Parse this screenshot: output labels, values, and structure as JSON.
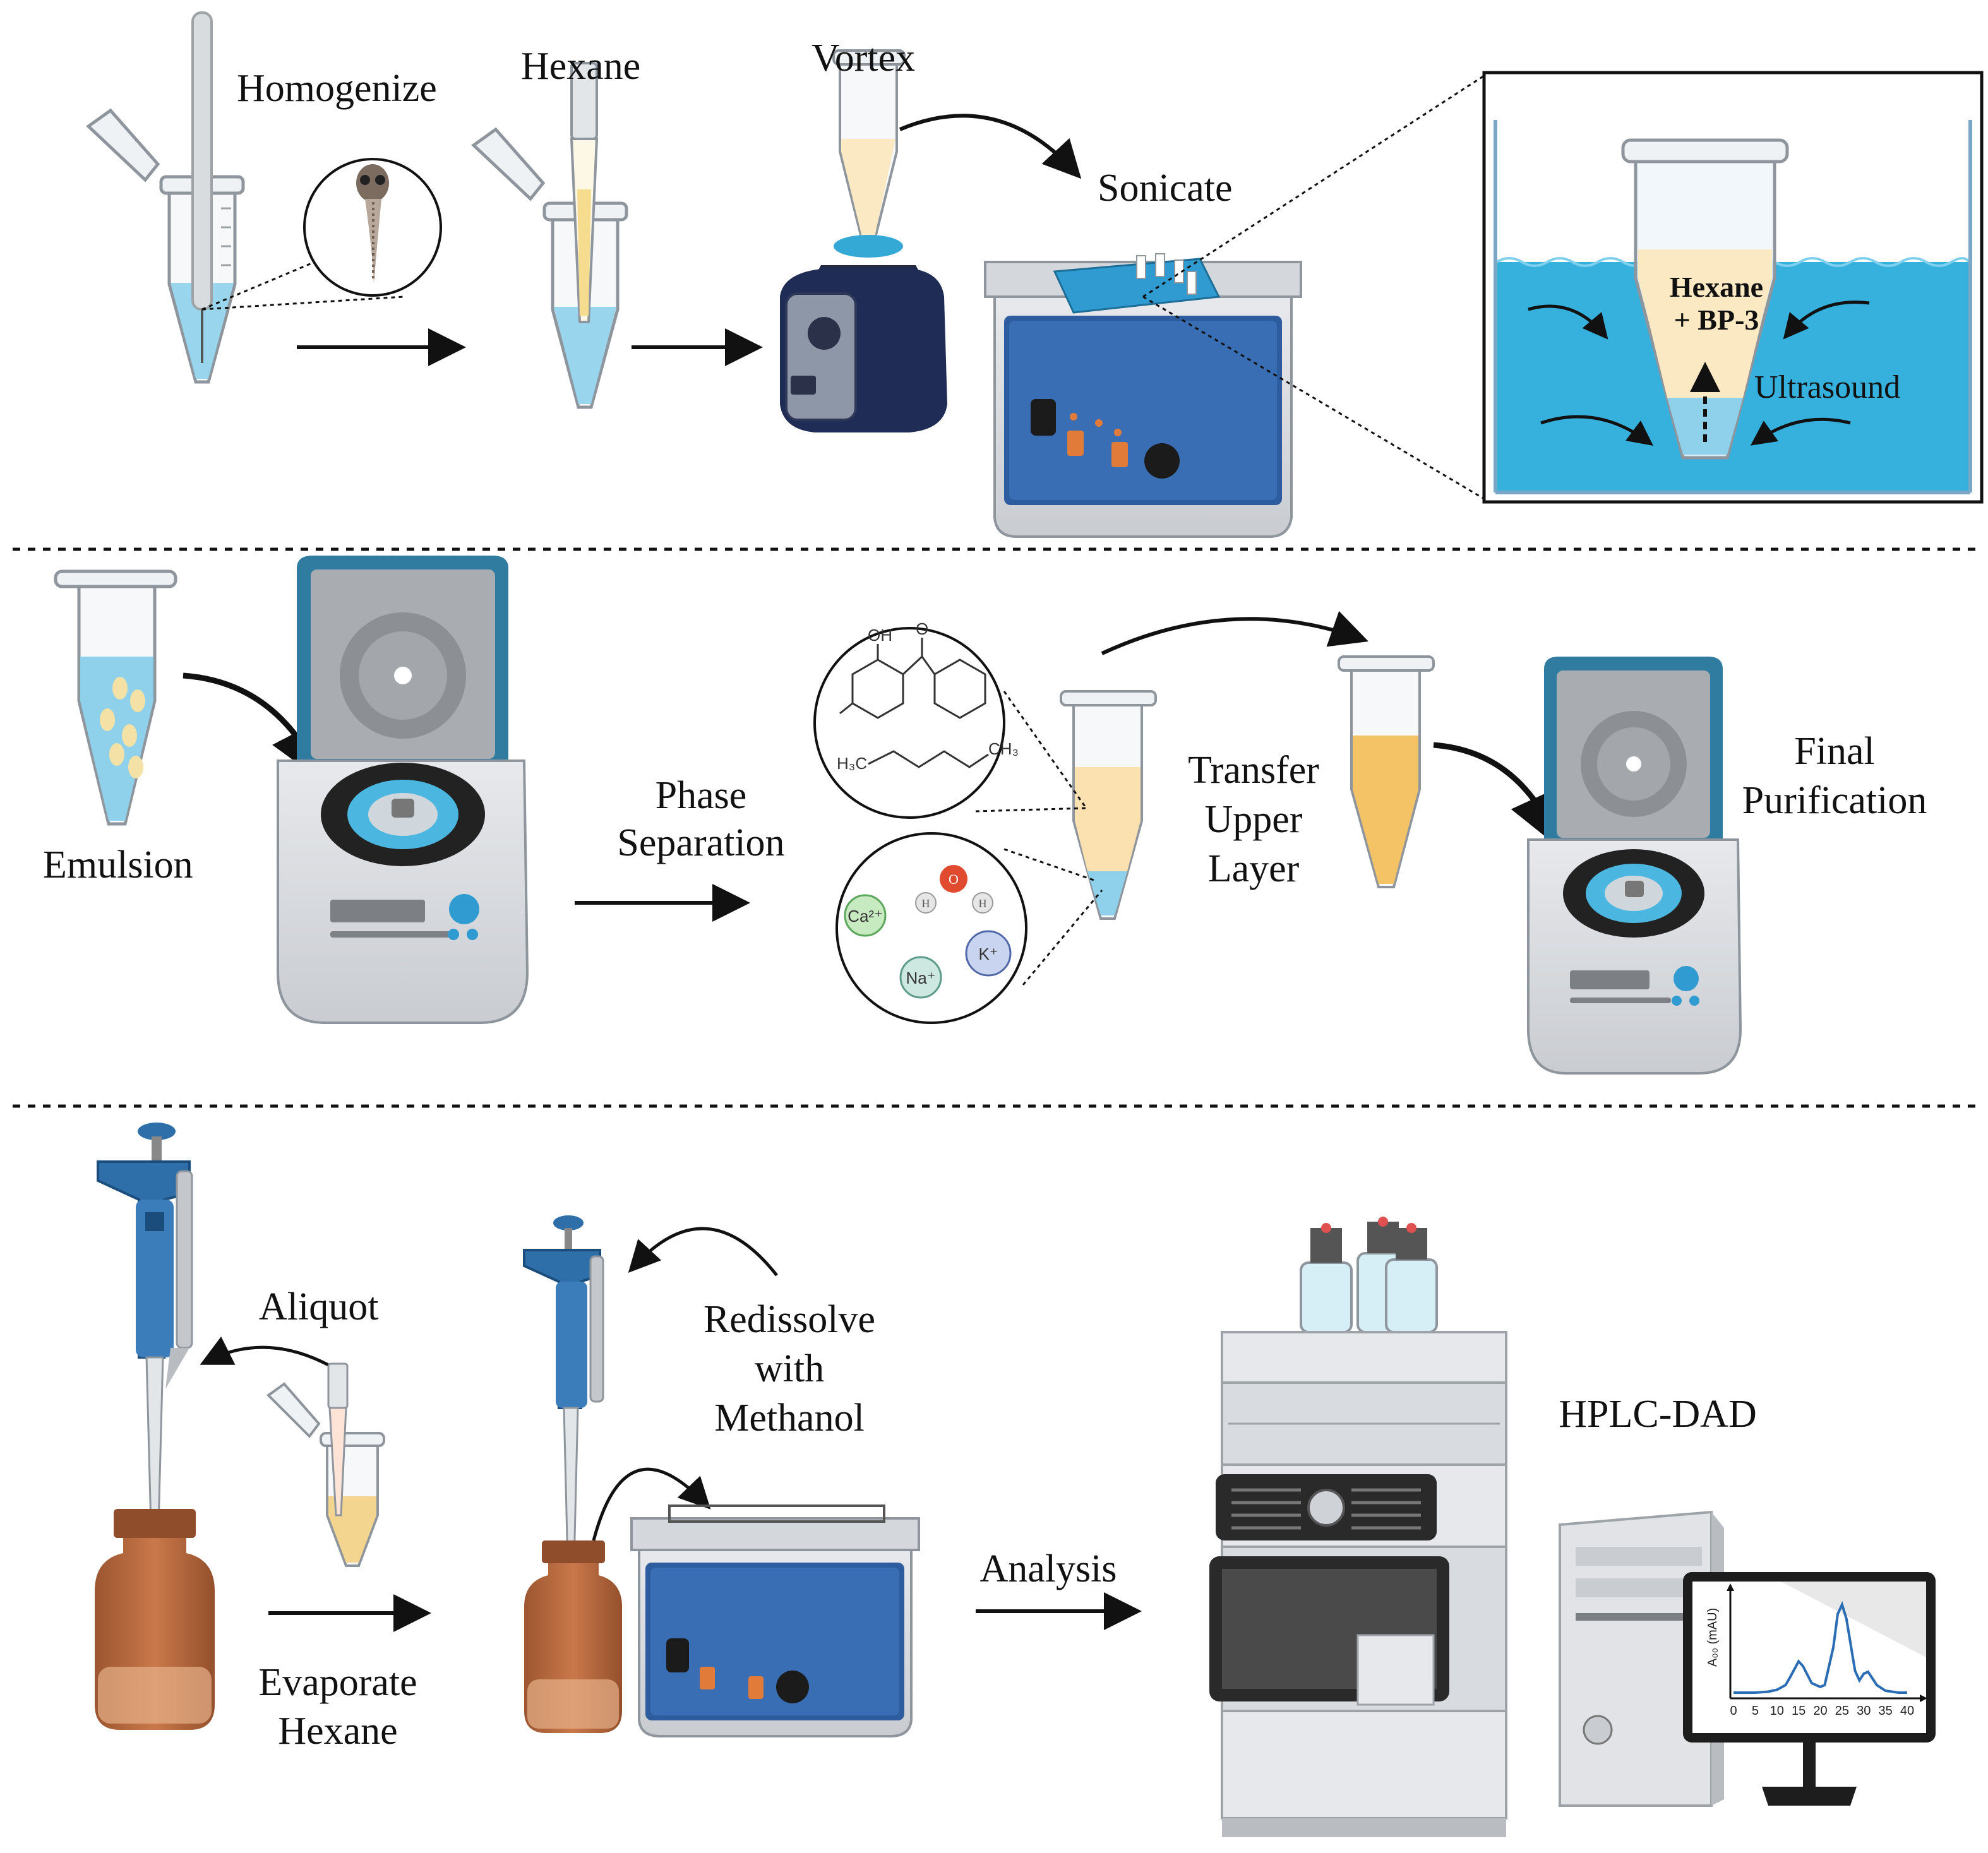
{
  "row1": {
    "homogenize": "Homogenize",
    "hexane": "Hexane",
    "vortex": "Vortex",
    "sonicate": "Sonicate",
    "inset_hexane": "Hexane",
    "inset_bp3": "+ BP-3",
    "inset_ultrasound": "Ultrasound"
  },
  "row2": {
    "emulsion": "Emulsion",
    "phase_line1": "Phase",
    "phase_line2": "Separation",
    "transfer_line1": "Transfer",
    "transfer_line2": "Upper",
    "transfer_line3": "Layer",
    "final_line1": "Final",
    "final_line2": "Purification",
    "mol_oh": "OH",
    "mol_o": "O",
    "mol_h3c": "H₃C",
    "mol_ch3": "CH₃",
    "ion_ca": "Ca²⁺",
    "ion_k": "K⁺",
    "ion_na": "Na⁺",
    "water_o": "O",
    "water_h1": "H",
    "water_h2": "H"
  },
  "row3": {
    "aliquot": "Aliquot",
    "redissolve_line1": "Redissolve",
    "redissolve_line2": "with",
    "redissolve_line3": "Methanol",
    "evaporate_line1": "Evaporate",
    "evaporate_line2": "Hexane",
    "analysis": "Analysis",
    "hplc": "HPLC-DAD"
  },
  "chart_data": {
    "type": "line",
    "ylabel": "A₀₀ (mAU)",
    "x_ticks": [
      "0",
      "5",
      "10",
      "15",
      "20",
      "25",
      "30",
      "35",
      "40"
    ],
    "xlim": [
      0,
      40
    ],
    "series": [
      {
        "x": [
          0,
          5,
          8,
          10,
          12,
          13,
          15,
          16,
          18,
          20,
          21,
          23,
          24,
          25,
          26,
          28,
          29,
          30,
          31,
          33,
          35,
          38,
          40
        ],
        "y": [
          0.02,
          0.02,
          0.03,
          0.05,
          0.1,
          0.18,
          0.35,
          0.3,
          0.12,
          0.08,
          0.1,
          0.5,
          0.85,
          0.95,
          0.8,
          0.25,
          0.15,
          0.22,
          0.24,
          0.1,
          0.04,
          0.02,
          0.02
        ]
      }
    ],
    "colors": {
      "line": "#2a6db5"
    }
  },
  "colors": {
    "tube_liquid": "#8fd0ea",
    "hexane_layer": "#fbe9c3",
    "device_blue": "#2d5d9f",
    "vortex_navy": "#1f2c56",
    "centrifuge_teal": "#2f7ca0",
    "amber_vial": "#b86a3f",
    "pipette_blue": "#2f6fa9"
  }
}
